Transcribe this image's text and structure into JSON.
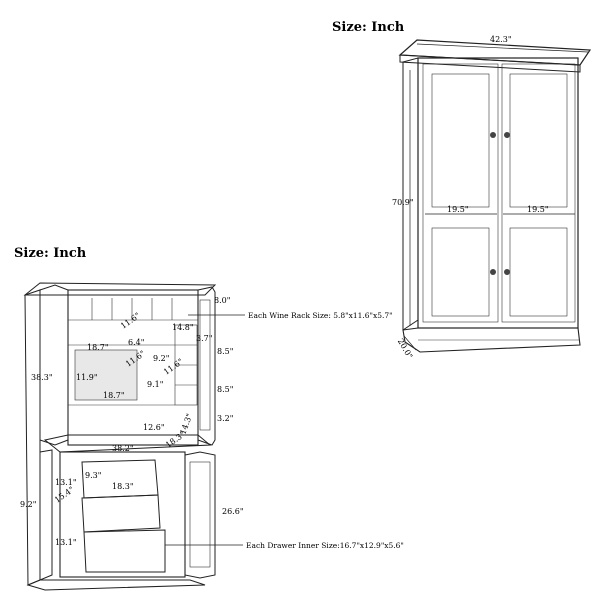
{
  "closed_view": {
    "size_label": "Size: Inch",
    "width": "42.3\"",
    "height": "70.9\"",
    "door_width_left": "19.5\"",
    "door_width_right": "19.5\"",
    "depth": "20.0\""
  },
  "open_view": {
    "size_label": "Size: Inch",
    "dims": {
      "top_height": "8.0\"",
      "rack_small": "11.6\"",
      "rack_depth": "14.8\"",
      "rack_d2": "3.7\"",
      "shelf_w": "18.7\"",
      "shelf_h1": "6.4\"",
      "inner_9_2": "9.2\"",
      "inner_11_6b": "11.6\"",
      "inner_11_6c": "11.6\"",
      "inner_9_1": "9.1\"",
      "cab_h": "11.9\"",
      "side_h": "38.3\"",
      "door_8_5a": "8.5\"",
      "door_8_5b": "8.5\"",
      "door_3_2": "3.2\"",
      "shelf_w2": "18.7\"",
      "gap_12_6": "12.6\"",
      "width_38_2": "38.2\"",
      "d_18_3": "18.3\"",
      "d_14_3": "14.3\"",
      "drawer_9_3": "9.3\"",
      "drawer_18_3": "18.3\"",
      "low_13_1a": "13.1\"",
      "low_9_2": "9.2\"",
      "low_15_4": "15.4\"",
      "low_13_1b": "13.1\"",
      "door_26_6": "26.6\""
    },
    "wine_rack_note": "Each Wine Rack Size: 5.8\"x11.6\"x5.7\"",
    "drawer_note": "Each Drawer Inner Size:16.7\"x12.9\"x5.6\""
  }
}
